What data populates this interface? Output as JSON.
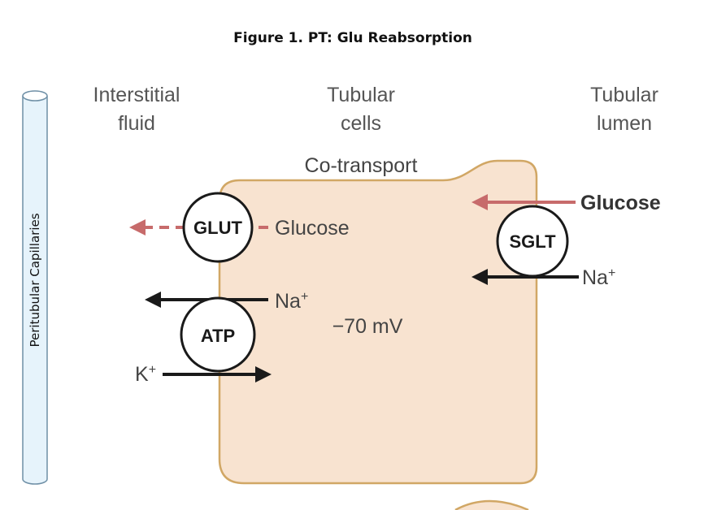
{
  "figure": {
    "title": "Figure 1. PT: Glu Reabsorption"
  },
  "regions": {
    "interstitial_line1": "Interstitial",
    "interstitial_line2": "fluid",
    "cells_line1": "Tubular",
    "cells_line2": "cells",
    "lumen_line1": "Tubular",
    "lumen_line2": "lumen"
  },
  "capillary": {
    "label": "Peritubular Capillaries"
  },
  "cell": {
    "cotransport_label": "Co-transport",
    "membrane_potential": "−70 mV"
  },
  "transporters": {
    "glut": "GLUT",
    "sglt": "SGLT",
    "atp": "ATP"
  },
  "molecules": {
    "glucose_in_cell": "Glucose",
    "glucose_lumen": "Glucose",
    "na_base": "Na",
    "na_superscript": "+",
    "k_base": "K",
    "k_superscript": "+"
  },
  "colors": {
    "cell_fill": "#f8e3d0",
    "cell_border": "#d1a765",
    "glucose_arrow": "#c76b6b",
    "ion_arrow": "#1a1a1a",
    "capillary_fill": "#e6f3fb",
    "capillary_stroke": "#6e8fa6"
  }
}
